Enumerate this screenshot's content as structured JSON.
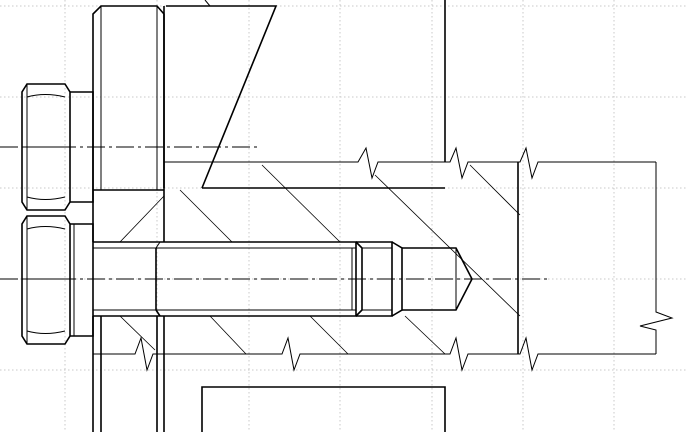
{
  "drawing": {
    "kind": "technical-section-drawing",
    "colors": {
      "background": "#ffffff",
      "line": "#000000",
      "grid": "#c8c8c8"
    },
    "grid_visible": true,
    "line_styles": [
      "outline",
      "thin",
      "hatch",
      "center-dash-dot",
      "break-line"
    ],
    "parts": [
      "nut-upper",
      "washer-upper",
      "nut-lower",
      "washer-lower",
      "bolt-shank",
      "threaded-portion",
      "bolt-tip",
      "flange-plate",
      "wedge-plate",
      "lower-plate",
      "stub-beam"
    ]
  }
}
